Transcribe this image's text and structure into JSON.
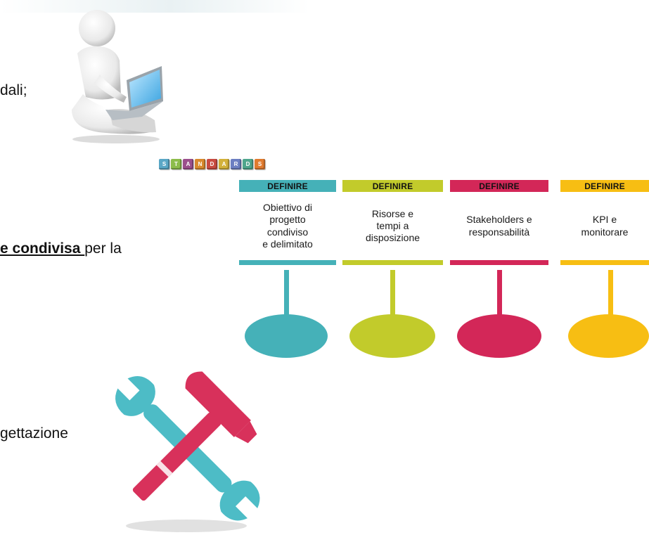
{
  "text": {
    "line1": "dali;",
    "line2_bold": "e condivisa ",
    "line2_rest": "per la",
    "line3": "gettazione"
  },
  "standards_logo": {
    "letters": [
      "S",
      "T",
      "A",
      "N",
      "D",
      "A",
      "R",
      "D",
      "S"
    ],
    "colors": [
      "#5aa7c6",
      "#8dbd4b",
      "#9b4f8c",
      "#d98a2e",
      "#c94b41",
      "#d3b13a",
      "#6c7fc2",
      "#4fa68c",
      "#e07b2f"
    ]
  },
  "timeline": {
    "columns": [
      {
        "header": "DEFINIRE",
        "lines": [
          "Obiettivo di",
          "progetto",
          "condiviso",
          "e delimitato"
        ],
        "color": "#45b1b8"
      },
      {
        "header": "DEFINIRE",
        "lines": [
          "Risorse e",
          "tempi a",
          "disposizione"
        ],
        "color": "#c2cb2b"
      },
      {
        "header": "DEFINIRE",
        "lines": [
          "Stakeholders e",
          "responsabilità"
        ],
        "color": "#d32758"
      },
      {
        "header": "DEFINIRE",
        "lines": [
          "KPI e",
          "monitorare"
        ],
        "color": "#f7be13"
      }
    ]
  },
  "icons": {
    "person": "person-with-laptop-icon",
    "tools": "hammer-and-wrench-icon"
  }
}
